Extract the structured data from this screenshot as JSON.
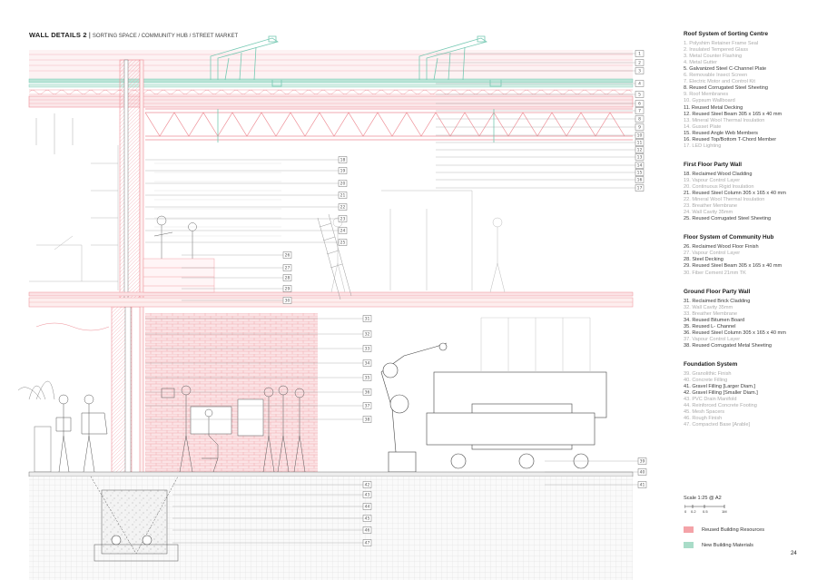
{
  "title": {
    "main": "WALL DETAILS 2",
    "separator": " | ",
    "sub": "SORTING SPACE / COMMUNITY HUB / STREET MARKET"
  },
  "legend": [
    {
      "heading": "Roof System of Sorting Centre",
      "items": [
        {
          "text": "1. Polyshim Retainer Frame Seal",
          "reused": false
        },
        {
          "text": "2. Insulated Tempered Glass",
          "reused": false
        },
        {
          "text": "3. Metal Counter Flashing",
          "reused": false
        },
        {
          "text": "4. Metal Gutter",
          "reused": false
        },
        {
          "text": "5. Galvanized Steel C-Channel Plate",
          "reused": true
        },
        {
          "text": "6. Removable Insect Screen",
          "reused": false
        },
        {
          "text": "7. Electric Motor and Control Kit",
          "reused": false
        },
        {
          "text": "8. Reused Corrugated Steel Sheeting",
          "reused": true
        },
        {
          "text": "9. Roof Membranes",
          "reused": false
        },
        {
          "text": "10. Gypsum Wallboard",
          "reused": false
        },
        {
          "text": "11. Reused Metal Decking",
          "reused": true
        },
        {
          "text": "12. Reused Steel Beam 305 x 165 x 40 mm",
          "reused": true
        },
        {
          "text": "13. Mineral Wool Thermal Insulation",
          "reused": false
        },
        {
          "text": "14. Gusset Plate",
          "reused": false
        },
        {
          "text": "15. Reused Angle Web Members",
          "reused": true
        },
        {
          "text": "16. Reused Top/Bottom T-Chord Member",
          "reused": true
        },
        {
          "text": "17. LED Lighting",
          "reused": false
        }
      ]
    },
    {
      "heading": "First Floor Party Wall",
      "items": [
        {
          "text": "18. Reclaimed Wood Cladding",
          "reused": true
        },
        {
          "text": "19. Vapour Control Layer",
          "reused": false
        },
        {
          "text": "20. Continuous Rigid Insulation",
          "reused": false
        },
        {
          "text": "21. Reused Steel Column 305 x 165 x 40 mm",
          "reused": true
        },
        {
          "text": "22. Mineral Wool Thermal Insulation",
          "reused": false
        },
        {
          "text": "23. Breather Membrane",
          "reused": false
        },
        {
          "text": "24. Wall Cavity 35mm",
          "reused": false
        },
        {
          "text": "25. Reused Corrugated Steel Sheeting",
          "reused": true
        }
      ]
    },
    {
      "heading": "Floor System of Community Hub",
      "items": [
        {
          "text": "26. Reclaimed Wood Floor Finish",
          "reused": true
        },
        {
          "text": "27. Vapour Control Layer",
          "reused": false
        },
        {
          "text": "28. Steel Decking",
          "reused": true
        },
        {
          "text": "29. Reused Steel Beam 305 x 165 x 40 mm",
          "reused": true
        },
        {
          "text": "30. Fiber Cement 21mm TK",
          "reused": false
        }
      ]
    },
    {
      "heading": "Ground Floor Party Wall",
      "items": [
        {
          "text": "31. Reclaimed Brick Cladding",
          "reused": true
        },
        {
          "text": "32. Wall Cavity 35mm",
          "reused": false
        },
        {
          "text": "33. Breather Membrane",
          "reused": false
        },
        {
          "text": "34. Reused Bitumen Board",
          "reused": true
        },
        {
          "text": "35. Reused L- Channel",
          "reused": true
        },
        {
          "text": "36. Reused Steel Column 305 x 165 x 40 mm",
          "reused": true
        },
        {
          "text": "37. Vapour Control Layer",
          "reused": false
        },
        {
          "text": "38. Reused Corrugated Metal Sheeting",
          "reused": true
        }
      ]
    },
    {
      "heading": "Foundation System",
      "items": [
        {
          "text": "39. Granolithic Finish",
          "reused": false
        },
        {
          "text": "40. Concrete Filling",
          "reused": false
        },
        {
          "text": "41. Gravel Filling [Larger Diam.]",
          "reused": true
        },
        {
          "text": "42. Gravel Filling [Smaller Diam.]",
          "reused": true
        },
        {
          "text": "43. PVC Drain Manifold",
          "reused": false
        },
        {
          "text": "44. Reinforced Concrete Footing",
          "reused": false
        },
        {
          "text": "45. Mesh Spacers",
          "reused": false
        },
        {
          "text": "46. Rough Finish",
          "reused": false
        },
        {
          "text": "47. Compacted Base [Arable]",
          "reused": false
        }
      ]
    }
  ],
  "scale": {
    "label": "Scale 1:25 @ A2",
    "ticks": [
      "0",
      "0.2",
      "0.5",
      "1M"
    ]
  },
  "key": [
    {
      "label": "Reused Building Resources",
      "color": "#f4a3a8"
    },
    {
      "label": "New Building Materials",
      "color": "#a9dcc8"
    }
  ],
  "page_number": "24",
  "colors": {
    "reused": "#ee8e96",
    "new": "#76c9b3",
    "line": "#555555"
  }
}
